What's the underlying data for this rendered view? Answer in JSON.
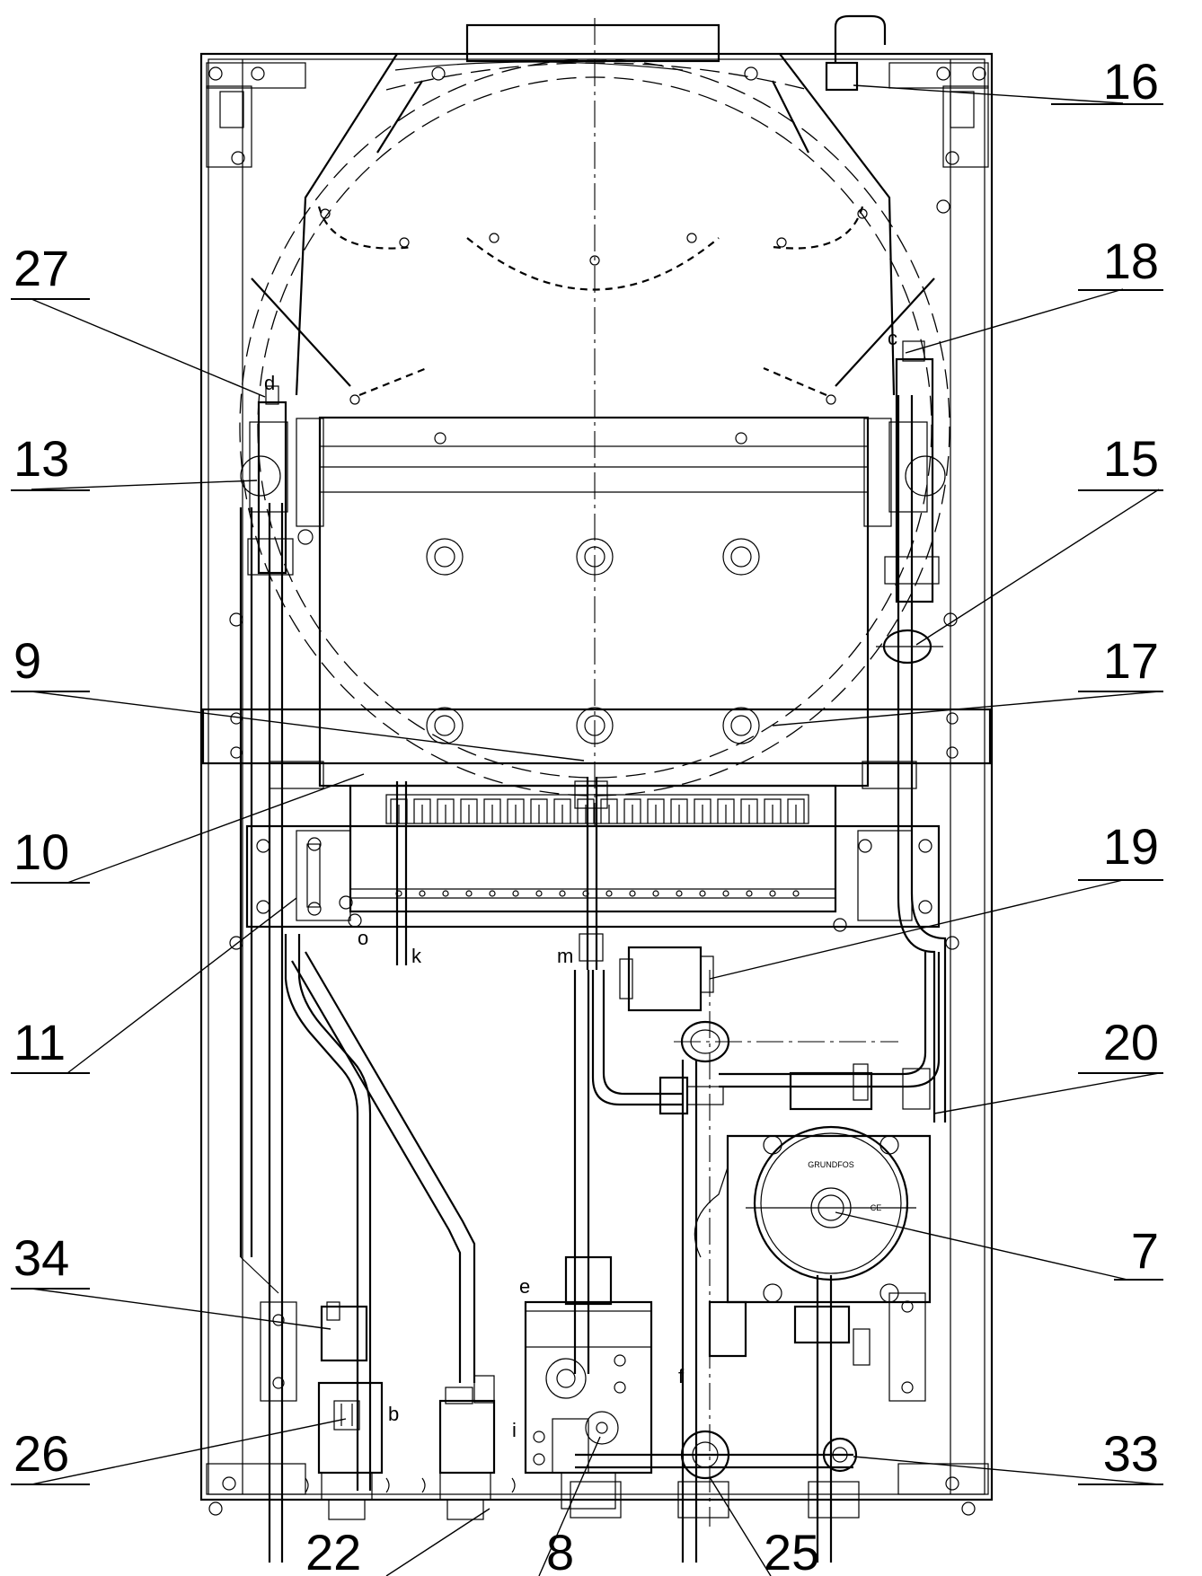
{
  "callouts": [
    {
      "id": "16",
      "label": "16"
    },
    {
      "id": "27",
      "label": "27"
    },
    {
      "id": "18",
      "label": "18"
    },
    {
      "id": "13",
      "label": "13"
    },
    {
      "id": "15",
      "label": "15"
    },
    {
      "id": "9",
      "label": "9"
    },
    {
      "id": "17",
      "label": "17"
    },
    {
      "id": "10",
      "label": "10"
    },
    {
      "id": "19",
      "label": "19"
    },
    {
      "id": "11",
      "label": "11"
    },
    {
      "id": "20",
      "label": "20"
    },
    {
      "id": "7",
      "label": "7"
    },
    {
      "id": "34",
      "label": "34"
    },
    {
      "id": "26",
      "label": "26"
    },
    {
      "id": "33",
      "label": "33"
    },
    {
      "id": "22",
      "label": "22"
    },
    {
      "id": "8",
      "label": "8"
    },
    {
      "id": "25",
      "label": "25"
    }
  ],
  "connection_letters": [
    "d",
    "c",
    "o",
    "k",
    "m",
    "e",
    "f",
    "b",
    "i"
  ],
  "pump_marks": [
    "GRUNDFOS",
    "CE"
  ]
}
